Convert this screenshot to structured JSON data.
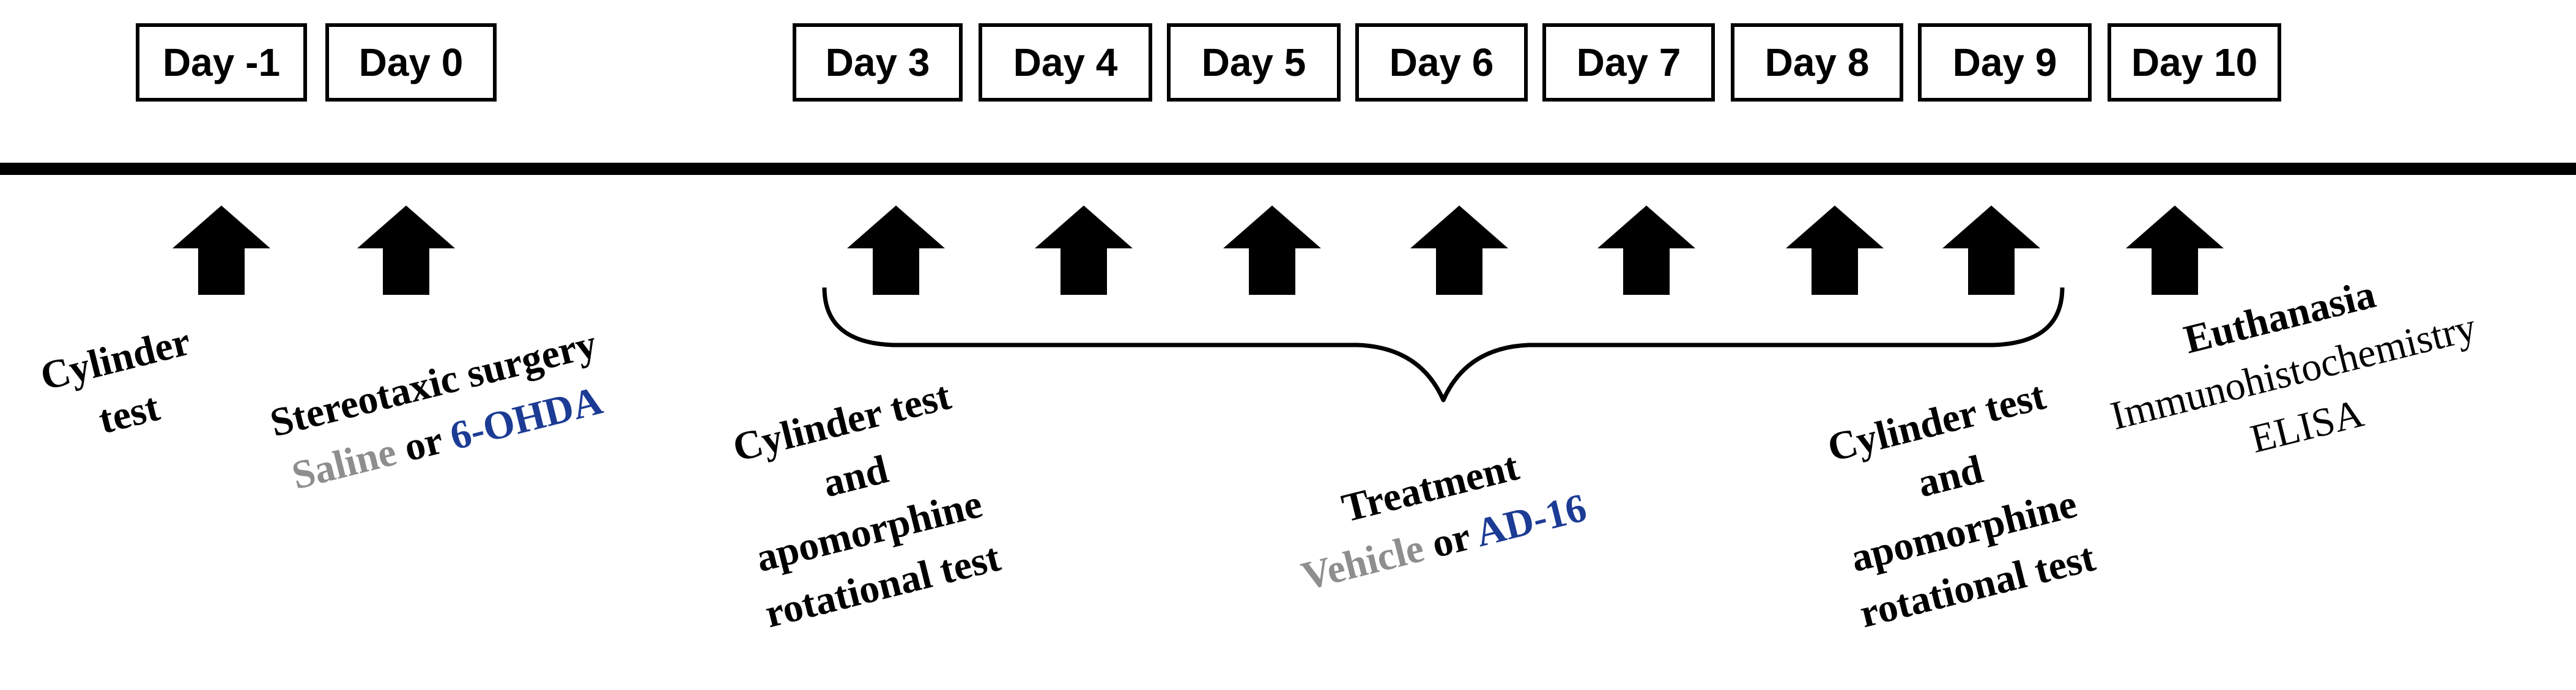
{
  "days": [
    "Day -1",
    "Day 0",
    "Day 3",
    "Day 4",
    "Day 5",
    "Day 6",
    "Day 7",
    "Day 8",
    "Day 9",
    "Day 10"
  ],
  "labels": {
    "cylinder_test": [
      "Cylinder",
      "test"
    ],
    "surgery": {
      "title": "Stereotaxic surgery",
      "option_a": "Saline",
      "connector": "or",
      "option_b": "6-OHDA"
    },
    "tests_day3": [
      "Cylinder test",
      "and",
      "apomorphine",
      "rotational test"
    ],
    "treatment": {
      "title": "Treatment",
      "option_a": "Vehicle",
      "connector": "or",
      "option_b": "AD-16"
    },
    "tests_day9": [
      "Cylinder test",
      "and",
      "apomorphine",
      "rotational test"
    ],
    "endpoint": [
      "Euthanasia",
      "Immunohistochemistry",
      "ELISA"
    ]
  },
  "colors": {
    "control": "#8e8e8e",
    "experimental": "#1c3b94",
    "ink": "#000000"
  }
}
